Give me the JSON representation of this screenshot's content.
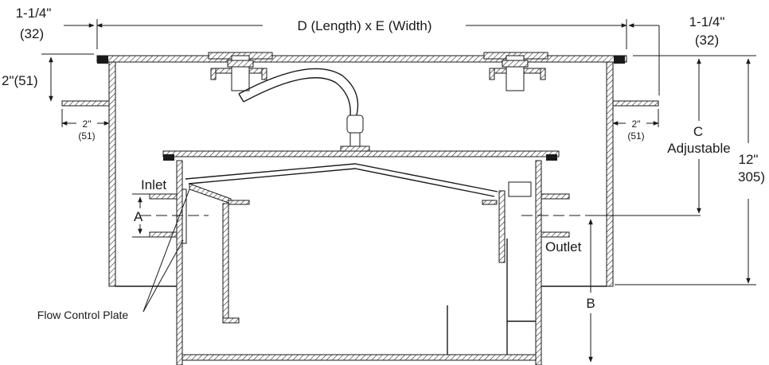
{
  "labels": {
    "top_dim": "D (Length) x E (Width)",
    "left_flange": "1-1/4\"",
    "left_flange_mm": "(32)",
    "right_flange": "1-1/4\"",
    "right_flange_mm": "(32)",
    "left_height": "2\"(51)",
    "left_ext": "2\"",
    "left_ext_mm": "(51)",
    "right_ext": "2\"",
    "right_ext_mm": "(51)",
    "c_dim": "C",
    "c_note": "Adjustable",
    "total_height": "12\"",
    "total_height_mm": "305)",
    "inlet": "Inlet",
    "a_dim": "A",
    "outlet": "Outlet",
    "b_dim": "B",
    "flow_plate": "Flow Control Plate"
  }
}
